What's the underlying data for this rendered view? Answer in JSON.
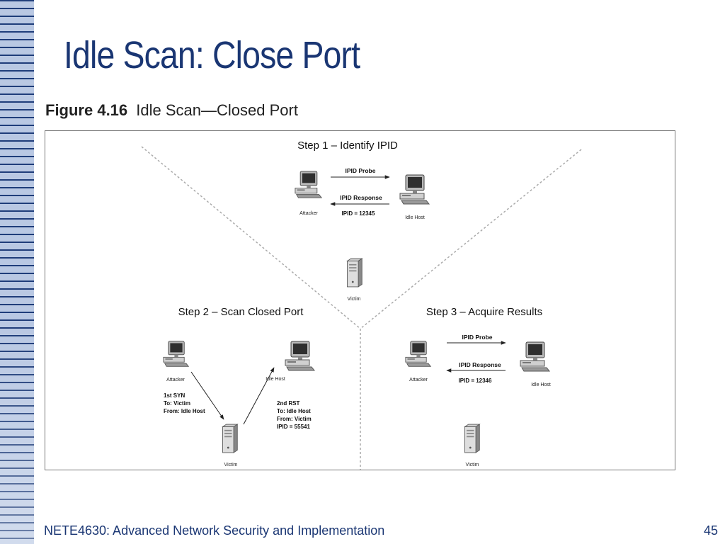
{
  "slide": {
    "title": "Idle Scan: Close Port",
    "footer": "NETE4630: Advanced Network Security and Implementation",
    "page_number": "45"
  },
  "figure": {
    "number": "Figure 4.16",
    "caption": "Idle Scan—Closed Port"
  },
  "step1": {
    "title": "Step 1 – Identify IPID",
    "probe": "IPID Probe",
    "response": "IPID Response",
    "ipid": "IPID = 12345",
    "attacker": "Attacker",
    "idle_host": "Idle Host",
    "victim": "Victim"
  },
  "step2": {
    "title": "Step 2 – Scan Closed Port",
    "attacker": "Attacker",
    "idle_host": "Idle Host",
    "victim": "Victim",
    "syn_lines": [
      "1st SYN",
      "To: Victim",
      "From: Idle Host"
    ],
    "rst_lines": [
      "2nd RST",
      "To: Idle Host",
      "From: Victim",
      "IPID = 55541"
    ]
  },
  "step3": {
    "title": "Step 3 – Acquire Results",
    "probe": "IPID Probe",
    "response": "IPID Response",
    "ipid": "IPID = 12346",
    "attacker": "Attacker",
    "idle_host": "Idle Host",
    "victim": "Victim"
  }
}
